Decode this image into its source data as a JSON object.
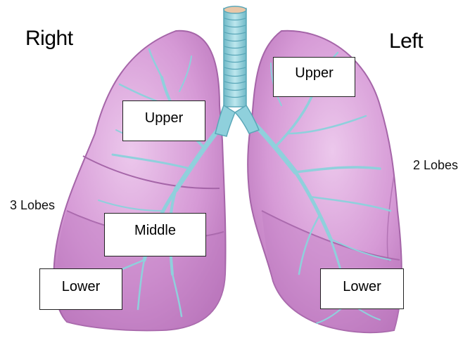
{
  "sides": {
    "right": {
      "title": "Right",
      "lobe_count": "3 Lobes"
    },
    "left": {
      "title": "Left",
      "lobe_count": "2 Lobes"
    }
  },
  "labels": {
    "right_upper": "Upper",
    "right_middle": "Middle",
    "right_lower": "Lower",
    "left_upper": "Upper",
    "left_lower": "Lower"
  },
  "colors": {
    "lung_fill": "#cf8fcf",
    "lung_light": "#e3b6e3",
    "lung_outline": "#a565a8",
    "airway": "#8fd0dc",
    "airway_dark": "#5aa7b8",
    "background": "#ffffff"
  }
}
